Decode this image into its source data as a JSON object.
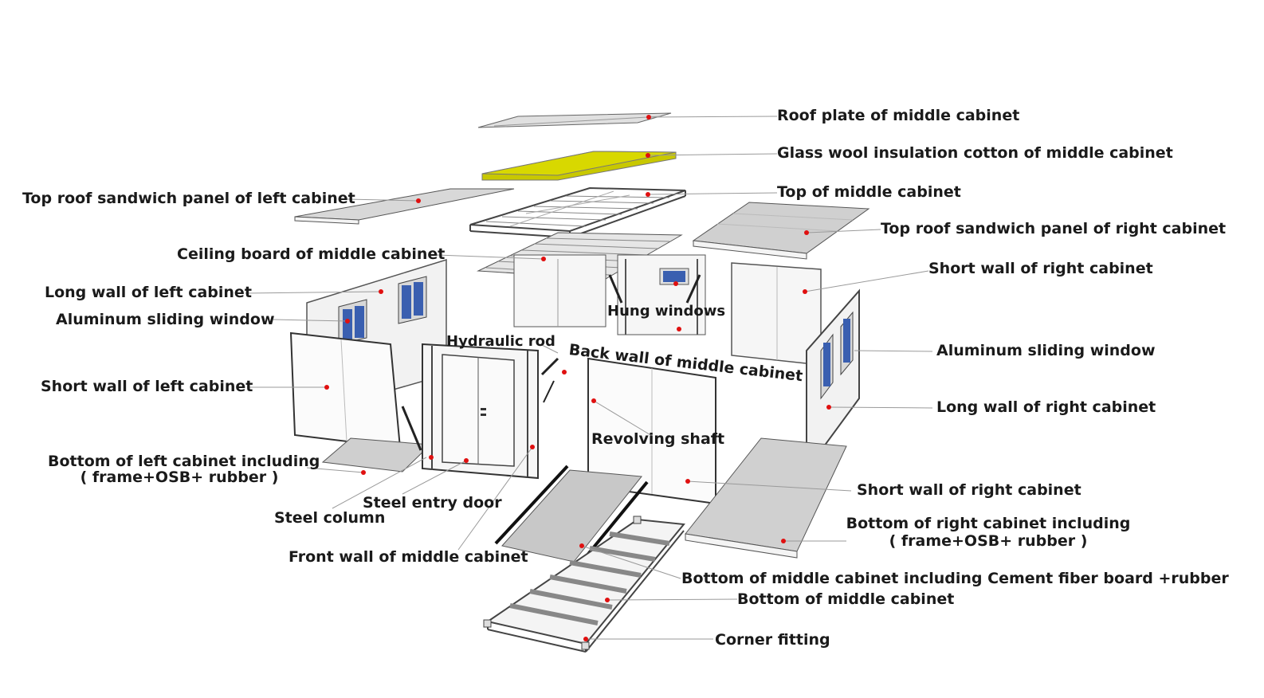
{
  "labels": {
    "roof_plate_middle": "Roof plate of middle cabinet",
    "glass_wool_middle": "Glass wool insulation cotton of middle cabinet",
    "top_middle": "Top of middle cabinet",
    "top_roof_left": "Top roof sandwich panel of left cabinet",
    "top_roof_right": "Top roof sandwich panel of right cabinet",
    "ceiling_board_middle": "Ceiling board of middle cabinet",
    "short_wall_right_top": "Short wall of right cabinet",
    "long_wall_left": "Long wall of left cabinet",
    "aluminum_window_left": "Aluminum sliding window",
    "hung_windows": "Hung windows",
    "hydraulic_rod": "Hydraulic rod",
    "back_wall_middle": "Back wall of middle cabinet",
    "aluminum_window_right": "Aluminum sliding window",
    "short_wall_left": "Short wall of left cabinet",
    "long_wall_right": "Long wall of right cabinet",
    "revolving_shaft": "Revolving shaft",
    "bottom_left_line1": "Bottom of left cabinet including",
    "bottom_left_line2": "( frame+OSB+ rubber )",
    "short_wall_right_bottom": "Short wall of right cabinet",
    "steel_entry_door": "Steel entry door",
    "steel_column": "Steel column",
    "bottom_right_line1": "Bottom of right cabinet including",
    "bottom_right_line2": "( frame+OSB+ rubber )",
    "front_wall_middle": "Front wall of middle cabinet",
    "bottom_middle_cement": "Bottom of middle cabinet including Cement fiber board +rubber",
    "bottom_middle": "Bottom of middle cabinet",
    "corner_fitting": "Corner fitting"
  },
  "colors": {
    "panel_gray": "#cfcfcf",
    "panel_light": "#f4f4f4",
    "insulation_yellow": "#c8c800",
    "window_blue": "#3a5fb0",
    "marker_red": "#e01010",
    "leader_gray": "#9a9a9a",
    "frame_black": "#222222"
  }
}
